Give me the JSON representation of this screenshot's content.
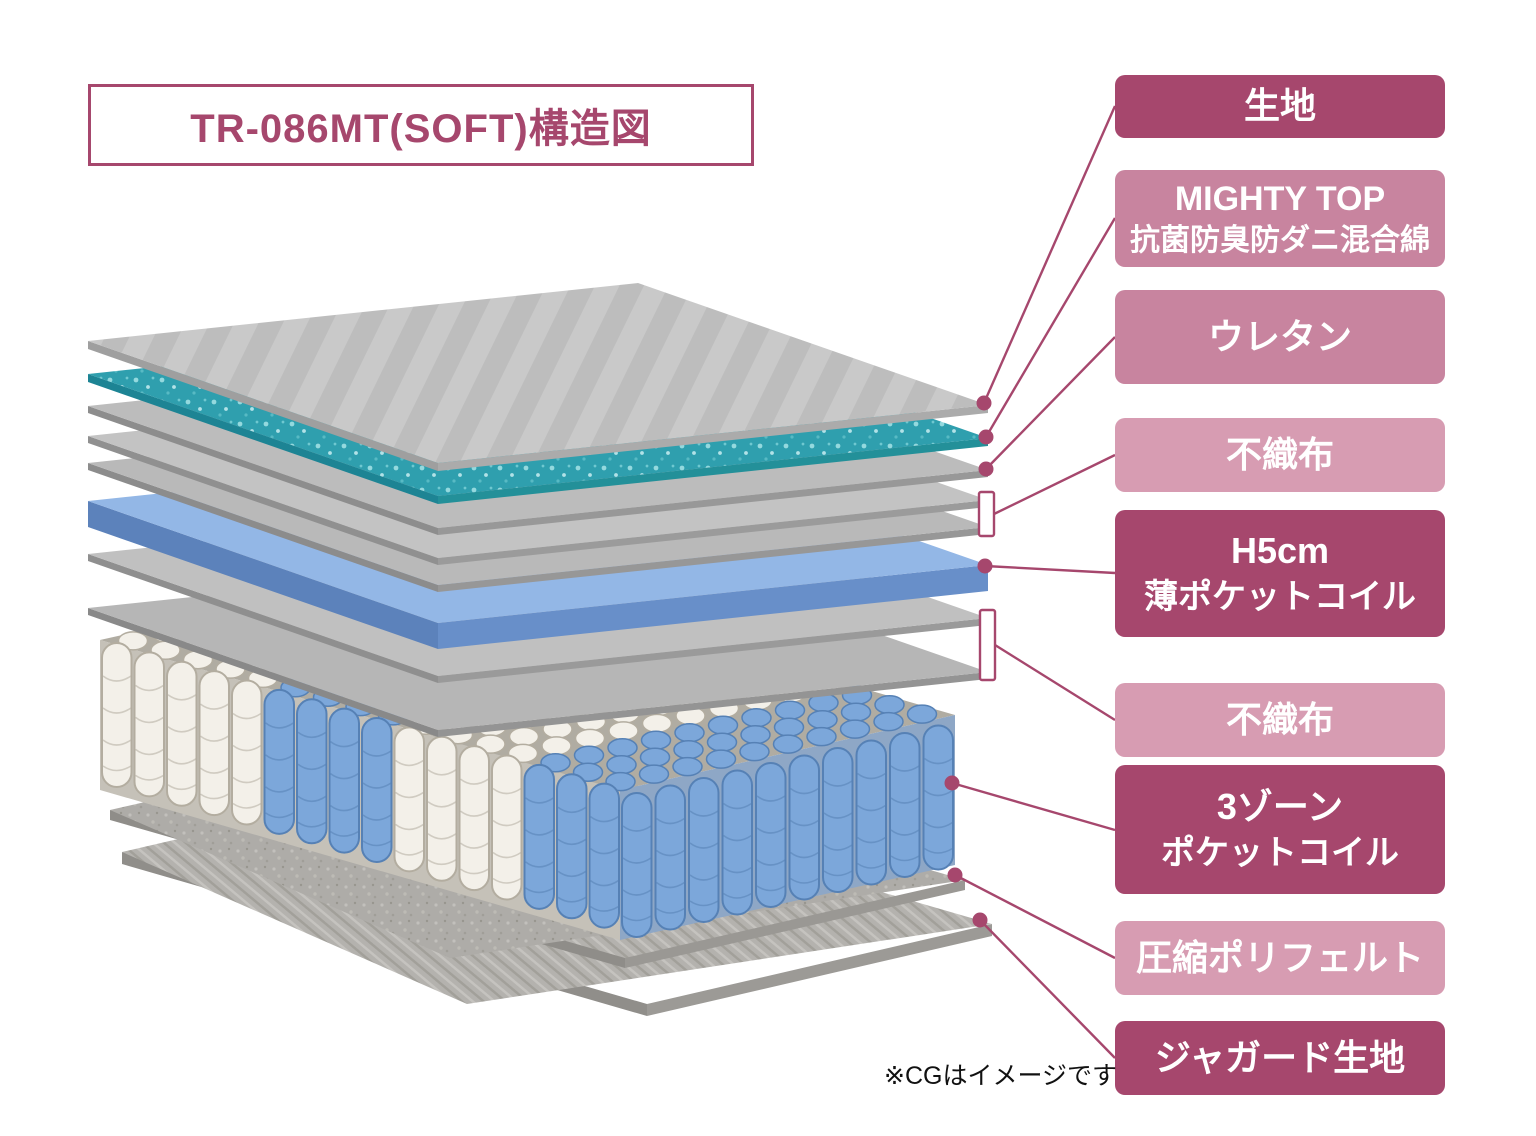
{
  "title": "TR-086MT(SOFT)構造図",
  "note": "※CGはイメージです",
  "colors": {
    "dark": "#a6476d",
    "medium": "#c8849f",
    "light": "#d79cb2",
    "line": "#a6476d",
    "coil_blue": "#7ca7da",
    "coil_white": "#f3f0e9",
    "slab_blue": "#93b7e6",
    "mighty_teal": "#2f9fae"
  },
  "labels": [
    {
      "id": "fabric",
      "text": "生地",
      "tone": "dark"
    },
    {
      "id": "mighty-top",
      "text": "MIGHTY TOP",
      "text2": "抗菌防臭防ダニ混合綿",
      "tone": "medium"
    },
    {
      "id": "urethane",
      "text": "ウレタン",
      "tone": "medium"
    },
    {
      "id": "nonwoven-1",
      "text": "不織布",
      "tone": "light"
    },
    {
      "id": "thin-pocket-coil",
      "text": "H5cm",
      "text2": "薄ポケットコイル",
      "tone": "dark"
    },
    {
      "id": "nonwoven-2",
      "text": "不織布",
      "tone": "light"
    },
    {
      "id": "three-zone-pocket-coil",
      "text": "3ゾーン",
      "text2": "ポケットコイル",
      "tone": "dark"
    },
    {
      "id": "compressed-poly-felt",
      "text": "圧縮ポリフェルト",
      "tone": "light"
    },
    {
      "id": "jacquard-fabric",
      "text": "ジャガード生地",
      "tone": "dark"
    }
  ]
}
